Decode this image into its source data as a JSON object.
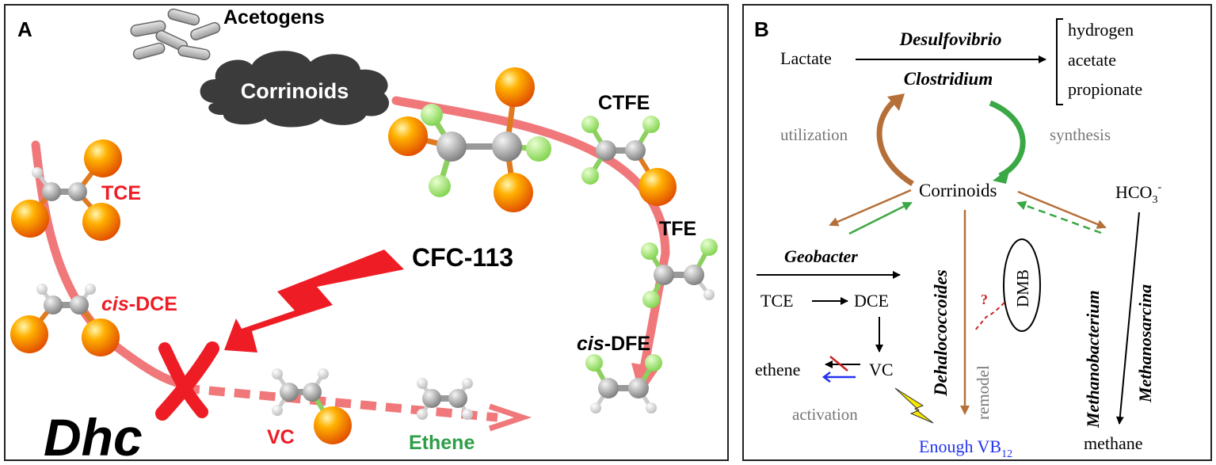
{
  "panel_a": {
    "label": "A",
    "acetogens": "Acetogens",
    "corrinoids": "Corrinoids",
    "cfc113": "CFC-113",
    "ctfe": "CTFE",
    "tfe": "TFE",
    "cisdfe_prefix": "cis",
    "cisdfe_suffix": "-DFE",
    "tce": "TCE",
    "cisdce_prefix": "cis",
    "cisdce_suffix": "-DCE",
    "vc": "VC",
    "ethene": "Ethene",
    "dhc": "Dhc",
    "colors": {
      "pathway": "#f0787a",
      "inhibit": "#ee1c24",
      "ethene_text": "#2e9e48",
      "cloud": "#3b3b3b"
    }
  },
  "panel_b": {
    "label": "B",
    "lactate": "Lactate",
    "desulfovibrio": "Desulfovibrio",
    "clostridium": "Clostridium",
    "products": [
      "hydrogen",
      "acetate",
      "propionate"
    ],
    "utilization": "utilization",
    "synthesis": "synthesis",
    "corrinoids": "Corrinoids",
    "hco3_base": "HCO",
    "hco3_sub": "3",
    "hco3_sup": "-",
    "geobacter": "Geobacter",
    "tce": "TCE",
    "dce": "DCE",
    "vc": "VC",
    "ethene": "ethene",
    "activation": "activation",
    "dehalococcoides": "Dehalococcoides",
    "remodel": "remodel",
    "question": "?",
    "dmb": "DMB",
    "enough_vb12_base": "Enough VB",
    "enough_vb12_sub": "12",
    "methanobacterium": "Methanobacterium",
    "methanosarcina": "Methanosarcina",
    "methane": "methane",
    "colors": {
      "brown": "#b5703a",
      "green": "#3aa845",
      "blue": "#2233ee",
      "gray": "#777777",
      "red": "#cc2222",
      "lightning": "#f5e600"
    }
  }
}
